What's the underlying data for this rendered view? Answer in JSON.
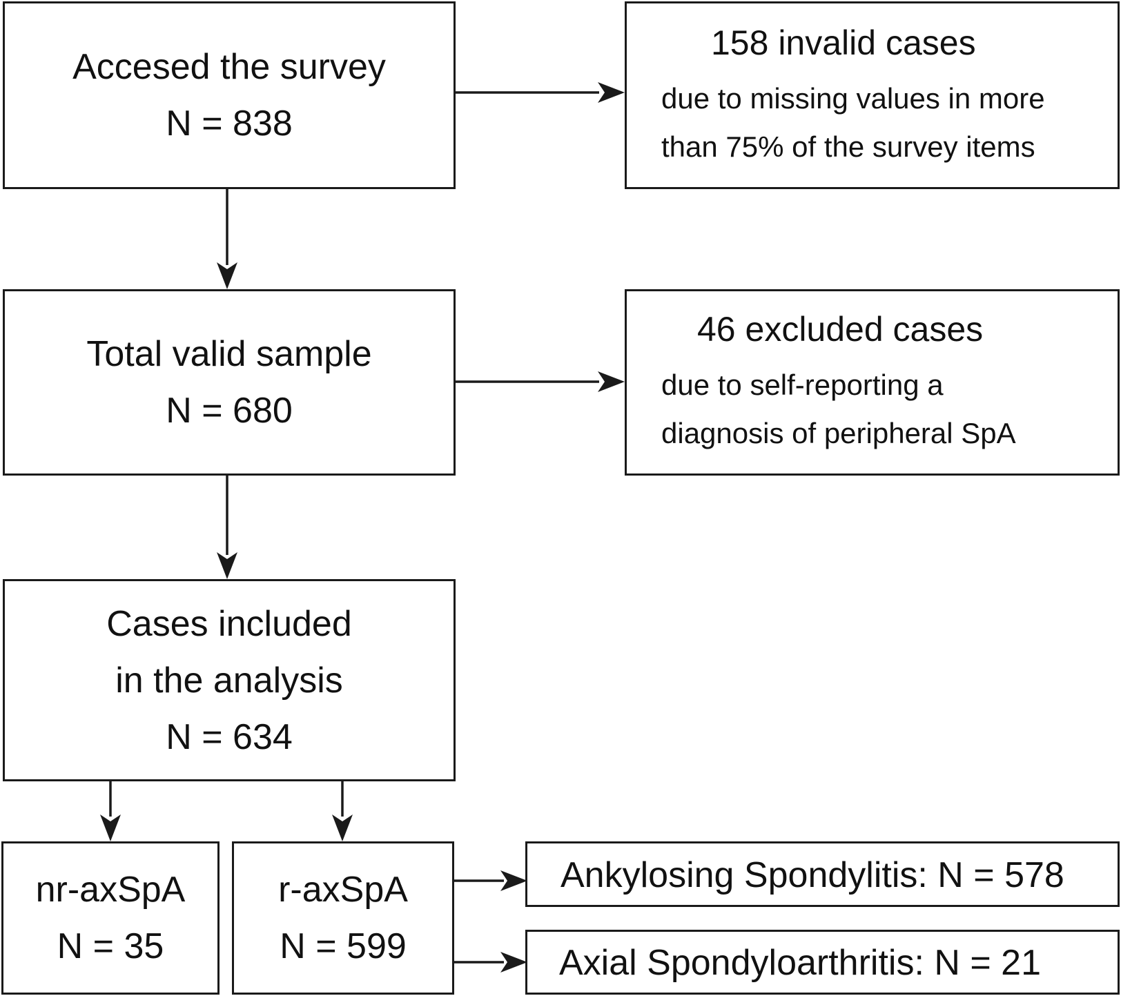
{
  "flowchart": {
    "accessed": {
      "label": "Accesed the survey",
      "n": "N = 838"
    },
    "invalid": {
      "title": "158 invalid cases",
      "line1": "due to missing values in more",
      "line2": "than 75% of the survey items"
    },
    "valid": {
      "label": "Total valid sample",
      "n": "N = 680"
    },
    "excluded": {
      "title": "46 excluded cases",
      "line1": "due to self-reporting a",
      "line2": "diagnosis of peripheral SpA"
    },
    "included": {
      "line1": "Cases included",
      "line2": "in the analysis",
      "n": "N = 634"
    },
    "nr_axspa": {
      "label": "nr-axSpA",
      "n": "N = 35"
    },
    "r_axspa": {
      "label": "r-axSpA",
      "n": "N = 599"
    },
    "ankylosing": {
      "label": "Ankylosing Spondylitis: N = 578"
    },
    "axial": {
      "label": "Axial Spondyloarthritis: N = 21"
    }
  }
}
